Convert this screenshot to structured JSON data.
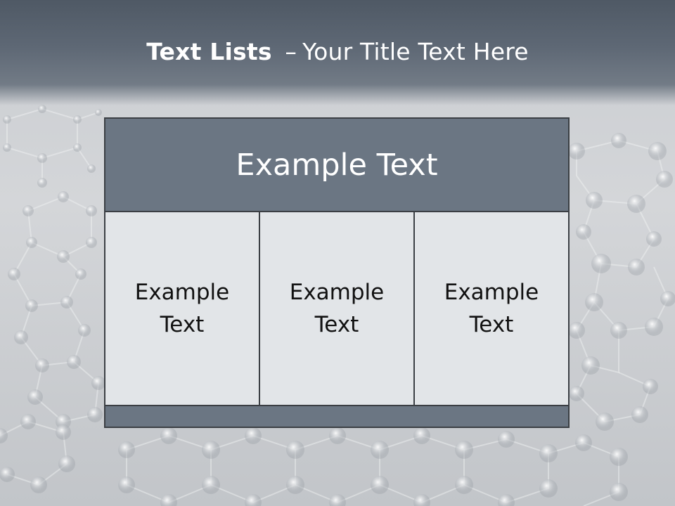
{
  "slide": {
    "title_bold": "Text Lists",
    "title_dash": "–",
    "title_rest": "Your Title Text Here"
  },
  "table": {
    "header": "Example Text",
    "cells": [
      {
        "line1": "Example",
        "line2": "Text"
      },
      {
        "line1": "Example",
        "line2": "Text"
      },
      {
        "line1": "Example",
        "line2": "Text"
      }
    ]
  },
  "colors": {
    "title_band": "#5e6875",
    "header_fill": "#6b7683",
    "cell_fill": "#e2e5e8",
    "border": "#3b3f44"
  }
}
